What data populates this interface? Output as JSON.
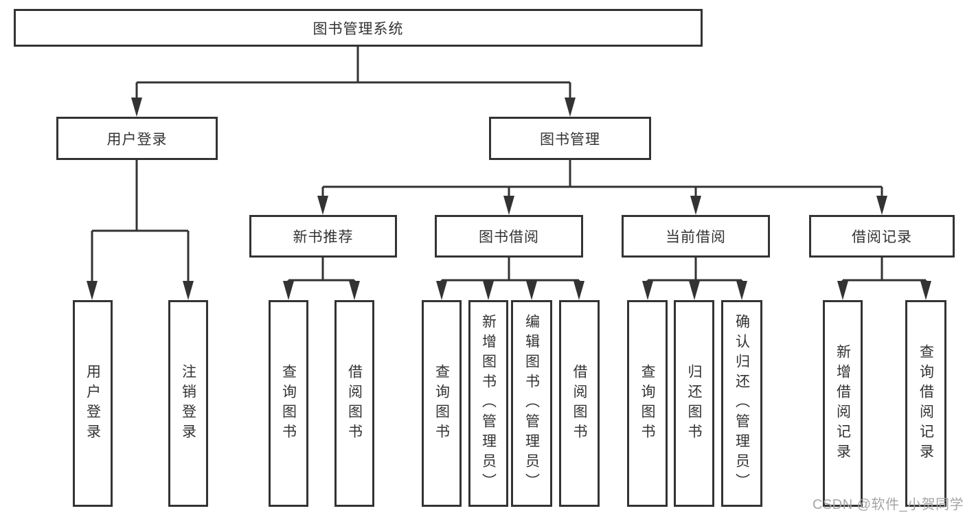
{
  "diagram_type": "functional-structure-tree",
  "colors": {
    "box_border": "#333333",
    "text": "#333333",
    "connector_line": "#333333",
    "watermark_text": "#a5a5a5",
    "background": "#ffffff"
  },
  "tree": {
    "root": {
      "label": "图书管理系统",
      "children": [
        {
          "label": "用户登录",
          "children": [
            {
              "label": "用户登录"
            },
            {
              "label": "注销登录"
            }
          ]
        },
        {
          "label": "图书管理",
          "children": [
            {
              "label": "新书推荐",
              "children": [
                {
                  "label": "查询图书"
                },
                {
                  "label": "借阅图书"
                }
              ]
            },
            {
              "label": "图书借阅",
              "children": [
                {
                  "label": "查询图书"
                },
                {
                  "label": "新增图书（管理员）"
                },
                {
                  "label": "编辑图书（管理员）"
                },
                {
                  "label": "借阅图书"
                }
              ]
            },
            {
              "label": "当前借阅",
              "children": [
                {
                  "label": "查询图书"
                },
                {
                  "label": "归还图书"
                },
                {
                  "label": "确认归还（管理员）"
                }
              ]
            },
            {
              "label": "借阅记录",
              "children": [
                {
                  "label": "新增借阅记录"
                },
                {
                  "label": "查询借阅记录"
                }
              ]
            }
          ]
        }
      ]
    }
  },
  "watermark": {
    "text": "CSDN @软件_小贺同学"
  }
}
